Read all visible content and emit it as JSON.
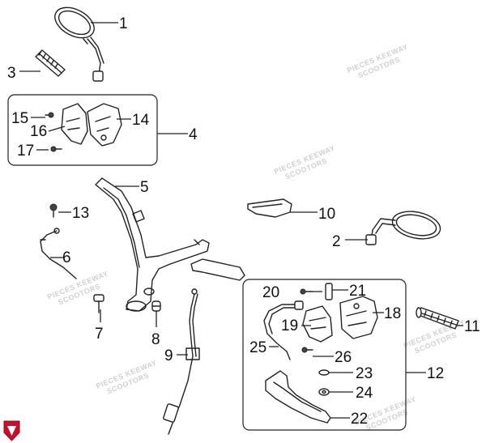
{
  "callouts": {
    "c1": "1",
    "c2": "2",
    "c3": "3",
    "c4": "4",
    "c5": "5",
    "c6": "6",
    "c7": "7",
    "c8": "8",
    "c9": "9",
    "c10": "10",
    "c11": "11",
    "c12": "12",
    "c13": "13",
    "c14": "14",
    "c15": "15",
    "c16": "16",
    "c17": "17",
    "c18": "18",
    "c19": "19",
    "c20": "20",
    "c21": "21",
    "c22": "22",
    "c23": "23",
    "c24": "24",
    "c25": "25",
    "c26": "26"
  },
  "watermark": {
    "line1": "PIECES KEEWAY",
    "line2": "SCOOTORS"
  },
  "colors": {
    "ink": "#222222",
    "logo_red": "#c8102e"
  },
  "logo": {
    "icon": "brand-shield-icon"
  }
}
